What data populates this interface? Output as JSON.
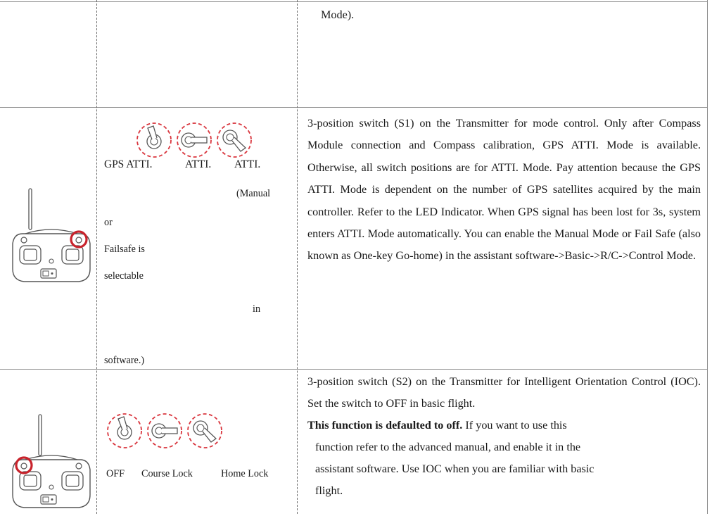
{
  "row1": {
    "text_tail": "Mode)."
  },
  "row2": {
    "switch_labels": [
      "GPS ATTI.",
      "ATTI.",
      "ATTI."
    ],
    "notes": [
      "(Manual",
      "or",
      "Failsafe is",
      "selectable",
      "in",
      "software.)"
    ],
    "description": "3-position switch (S1) on the Transmitter for mode control. Only after Compass Module connection and Compass calibration, GPS ATTI. Mode is available. Otherwise, all switch positions are for ATTI. Mode. Pay attention because the GPS ATTI. Mode is dependent on the number of GPS satellites acquired by the main controller. Refer to the LED Indicator. When GPS signal has been lost for 3s, system enters ATTI. Mode automatically. You can enable the Manual Mode or Fail Safe (also known as One-key Go-home) in the assistant software->Basic->R/C->Control Mode."
  },
  "row3": {
    "switch_labels": [
      "OFF",
      "Course Lock",
      "Home Lock"
    ],
    "description_intro": "3-position switch (S2) on the Transmitter for Intelligent Orientation Control (IOC). Set the switch to OFF in basic flight.",
    "bold_text": "This function is defaulted to off.",
    "lines": [
      " If you want to use this",
      "function refer to the advanced manual, and enable it in the",
      "assistant software. Use IOC when you are familiar with basic",
      "flight."
    ]
  },
  "colors": {
    "highlight_ring": "#c8232c",
    "dash_ring": "#d9363e",
    "border": "#8a8a8a"
  }
}
